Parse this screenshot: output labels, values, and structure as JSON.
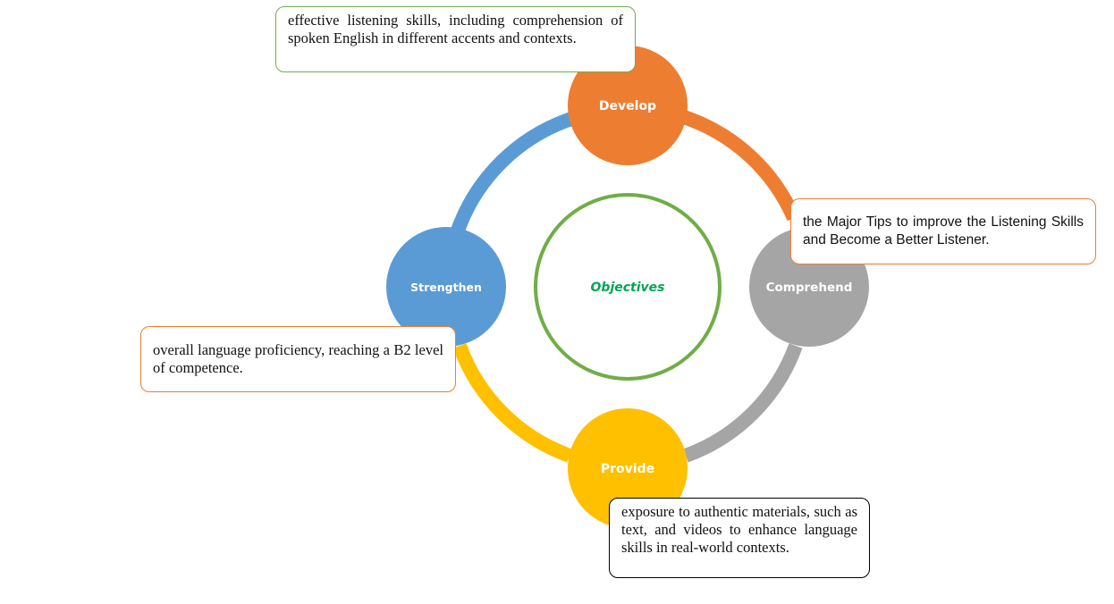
{
  "center": {
    "label": "Objectives",
    "text_color": "#00a650",
    "ring_color": "#70ad47"
  },
  "nodes": {
    "develop": {
      "label": "Develop",
      "color": "#ed7d31"
    },
    "comprehend": {
      "label": "Comprehend",
      "color": "#a5a5a5"
    },
    "provide": {
      "label": "Provide",
      "color": "#ffc000"
    },
    "strengthen": {
      "label": "Strengthen",
      "color": "#5b9bd5"
    }
  },
  "callouts": {
    "develop": {
      "text": "effective listening skills, including comprehension of spoken English in different accents and contexts.",
      "border_color": "#70ad47"
    },
    "comprehend": {
      "text": "the Major Tips to improve the Listening Skills and Become a Better Listener.",
      "border_color": "#ed7d31"
    },
    "strengthen": {
      "text": "overall language proficiency, reaching a B2 level of competence.",
      "border_color": "#ed7d31"
    },
    "provide": {
      "text": "exposure to authentic materials, such as text, and videos to enhance language skills in real-world contexts.",
      "border_color": "#000000"
    }
  }
}
